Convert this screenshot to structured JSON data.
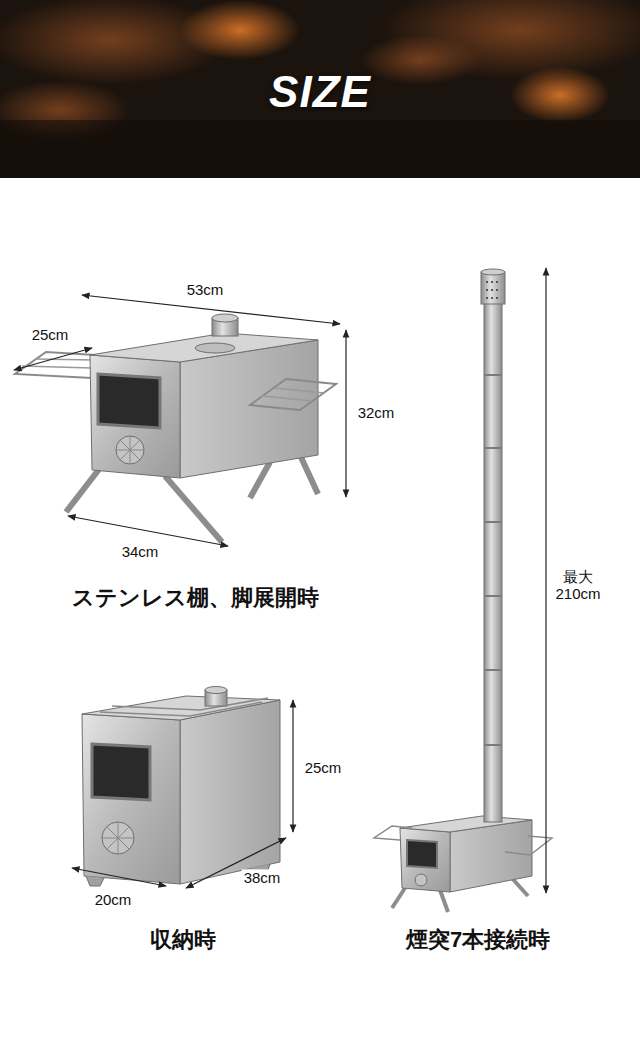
{
  "diagram": {
    "title": "SIZE",
    "labels": [
      "53cm",
      "25cm",
      "32cm",
      "34cm",
      "ステンレス棚、脚展開時",
      "25cm",
      "38cm",
      "20cm",
      "収納時",
      "最大 210cm",
      "煙突7本接続時"
    ]
  }
}
